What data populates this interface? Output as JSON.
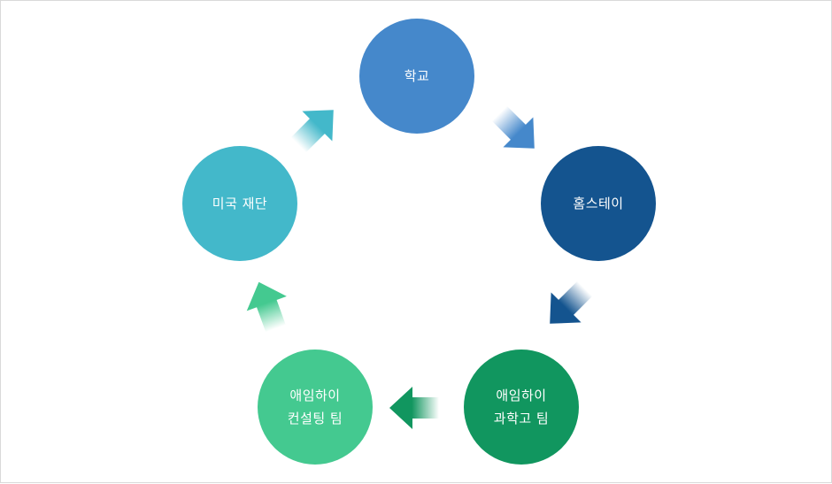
{
  "cycle": {
    "nodes": [
      {
        "id": "school",
        "lines": [
          "학교"
        ],
        "color": "#4588cb"
      },
      {
        "id": "homestay",
        "lines": [
          "홈스테이"
        ],
        "color": "#14548f"
      },
      {
        "id": "science",
        "lines": [
          "애임하이",
          "과학고 팀"
        ],
        "color": "#11965f"
      },
      {
        "id": "consulting",
        "lines": [
          "애임하이",
          "컨설팅 팀"
        ],
        "color": "#44c990"
      },
      {
        "id": "foundation",
        "lines": [
          "미국 재단"
        ],
        "color": "#43b8ca"
      }
    ],
    "arrow_colors": [
      "#4588cb",
      "#14548f",
      "#11965f",
      "#44c990",
      "#43b8ca"
    ]
  }
}
